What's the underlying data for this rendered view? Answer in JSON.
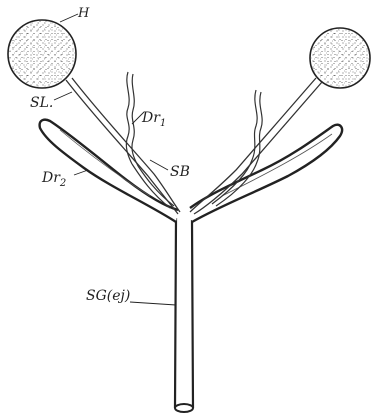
{
  "labels": {
    "h": "H",
    "sl": "SL.",
    "dr1_main": "Dr",
    "dr1_sub": "1",
    "sb": "SB",
    "dr2_main": "Dr",
    "dr2_sub": "2",
    "sg": "SG(ej)"
  },
  "colors": {
    "ink": "#222222",
    "paper": "#ffffff"
  }
}
